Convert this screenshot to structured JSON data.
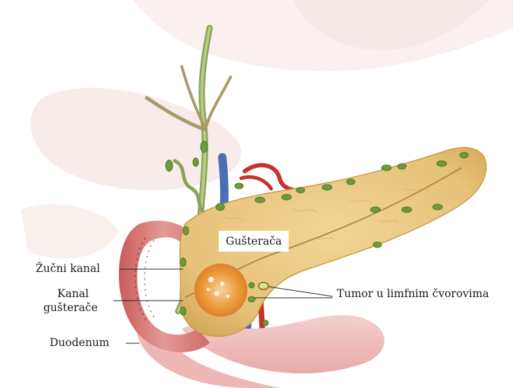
{
  "labels": {
    "pancreas": "Gušterača",
    "bile_duct": "Žučni kanal",
    "pancreatic_duct_line1": "Kanal",
    "pancreatic_duct_line2": "gušterače",
    "duodenum": "Duodenum",
    "lymph_tumor": "Tumor u limfnim čvorovima"
  },
  "colors": {
    "pancreas": "#e6c27a",
    "pancreas_edge": "#c99a45",
    "lymph_node": "#6f9a3a",
    "duodenum": "#d97a78",
    "vein": "#4a6fb5",
    "artery": "#c8312e",
    "tumor": "#e8902f",
    "liver_shadow": "#eddcd6"
  }
}
